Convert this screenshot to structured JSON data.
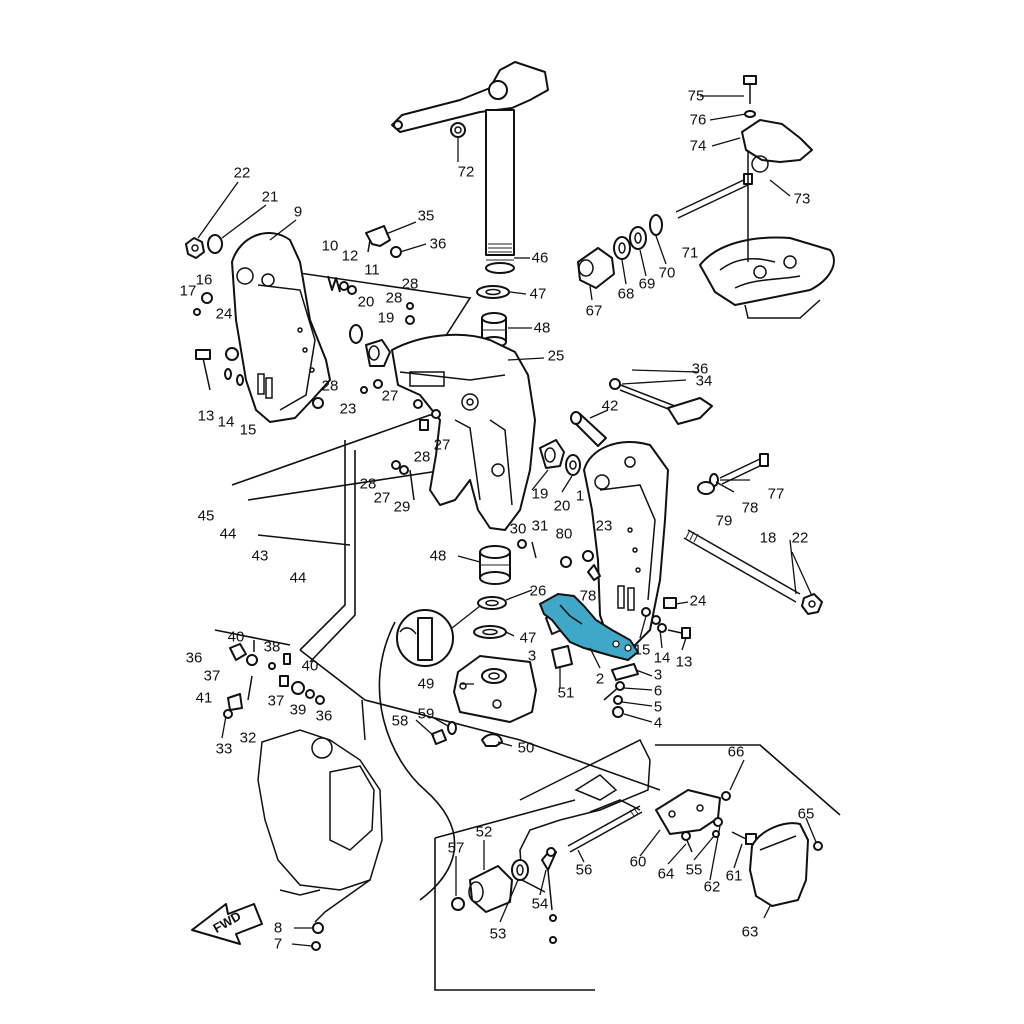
{
  "diagram": {
    "highlight_color": "#3fa7c8",
    "highlighted_part": "2",
    "fwd_label": "FWD",
    "fwd_icon": "forward-arrow-icon",
    "callouts": [
      "75",
      "76",
      "74",
      "73",
      "72",
      "71",
      "70",
      "69",
      "68",
      "67",
      "22",
      "21",
      "9",
      "35",
      "36",
      "10",
      "12",
      "11",
      "16",
      "17",
      "28",
      "46",
      "47",
      "48",
      "24",
      "20",
      "19",
      "25",
      "13",
      "14",
      "15",
      "23",
      "27",
      "34",
      "42",
      "45",
      "44",
      "43",
      "30",
      "31",
      "80",
      "77",
      "78",
      "79",
      "18",
      "29",
      "1",
      "26",
      "3",
      "2",
      "49",
      "51",
      "6",
      "5",
      "4",
      "59",
      "58",
      "50",
      "41",
      "33",
      "32",
      "39",
      "40",
      "37",
      "38",
      "66",
      "65",
      "61",
      "62",
      "55",
      "64",
      "60",
      "56",
      "52",
      "57",
      "54",
      "53",
      "63",
      "8",
      "7"
    ]
  }
}
